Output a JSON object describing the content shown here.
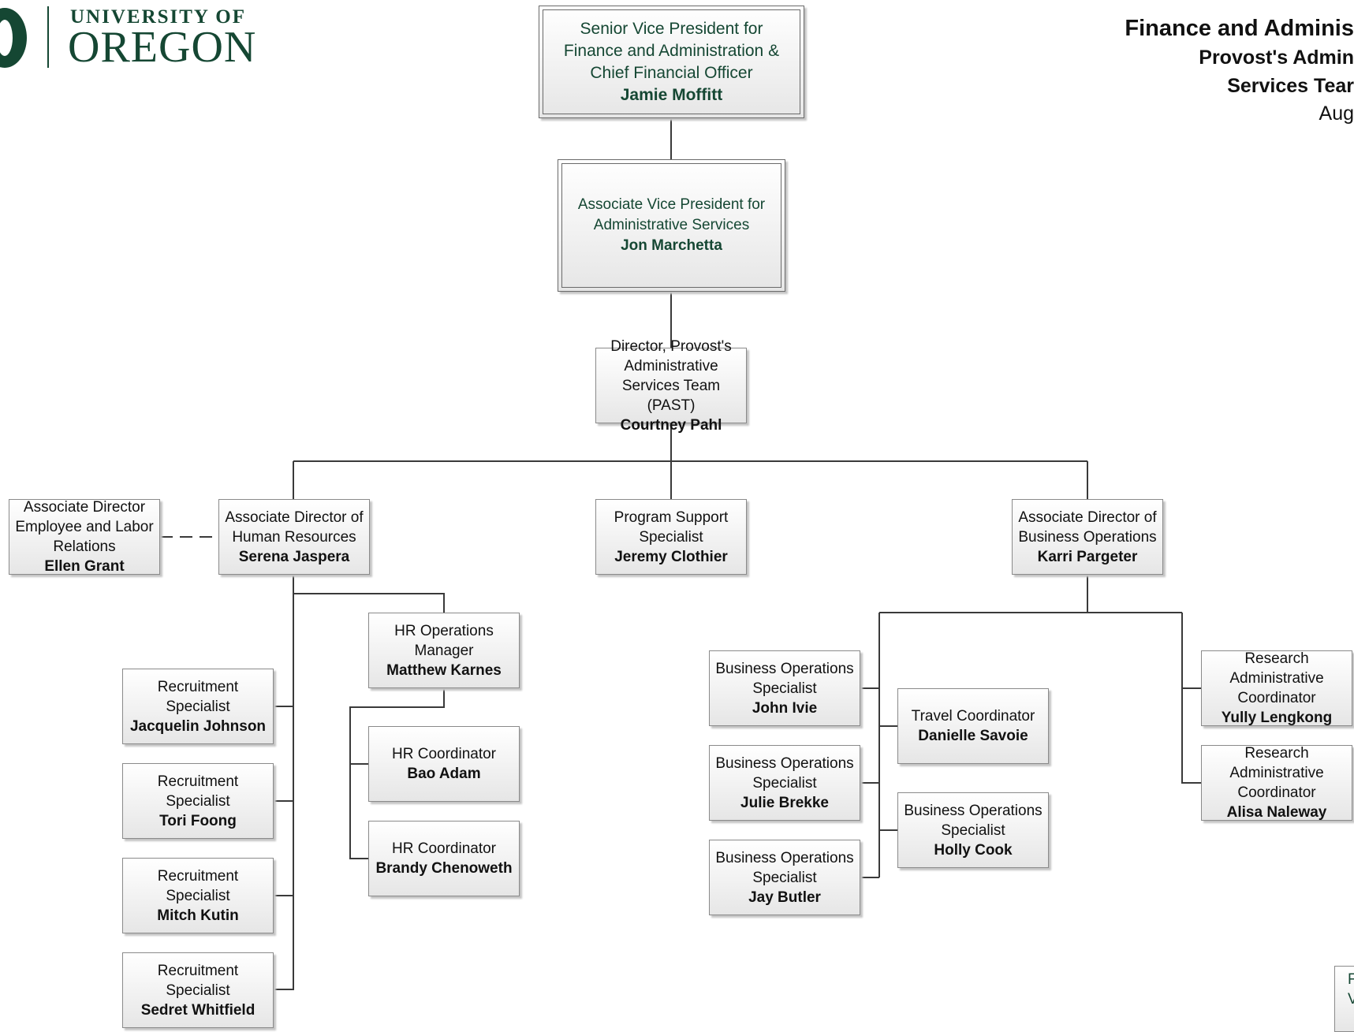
{
  "logo": {
    "top_text": "UNIVERSITY OF",
    "main_text": "OREGON"
  },
  "header": {
    "line1": "Finance and Adminis",
    "line2": "Provost's Admin",
    "line3": "Services Tear",
    "line4": "Aug"
  },
  "org": {
    "svp": {
      "title_lines": [
        "Senior Vice President for",
        "Finance and Administration &",
        "Chief Financial Officer"
      ],
      "name": "Jamie Moffitt"
    },
    "avp": {
      "title_lines": [
        "Associate Vice President for",
        "Administrative Services"
      ],
      "name": "Jon Marchetta"
    },
    "director": {
      "title_lines": [
        "Director, Provost's",
        "Administrative",
        "Services Team (PAST)"
      ],
      "name": "Courtney Pahl"
    },
    "labor": {
      "title_lines": [
        "Associate Director",
        "Employee and Labor",
        "Relations"
      ],
      "name": "Ellen Grant"
    },
    "hr_ad": {
      "title_lines": [
        "Associate Director of",
        "Human Resources"
      ],
      "name": "Serena Jaspera"
    },
    "program": {
      "title_lines": [
        "Program Support",
        "Specialist"
      ],
      "name": "Jeremy Clothier"
    },
    "biz_ad": {
      "title_lines": [
        "Associate Director of",
        "Business Operations"
      ],
      "name": "Karri Pargeter"
    },
    "hr_ops": {
      "title_lines": [
        "HR Operations",
        "Manager"
      ],
      "name": "Matthew Karnes"
    },
    "rec1": {
      "title_lines": [
        "Recruitment",
        "Specialist"
      ],
      "name": "Jacquelin Johnson"
    },
    "rec2": {
      "title_lines": [
        "Recruitment",
        "Specialist"
      ],
      "name": "Tori Foong"
    },
    "rec3": {
      "title_lines": [
        "Recruitment",
        "Specialist"
      ],
      "name": "Mitch Kutin"
    },
    "rec4": {
      "title_lines": [
        "Recruitment",
        "Specialist"
      ],
      "name": "Sedret Whitfield"
    },
    "hrc1": {
      "title_lines": [
        "HR Coordinator"
      ],
      "name": "Bao Adam"
    },
    "hrc2": {
      "title_lines": [
        "HR Coordinator"
      ],
      "name": "Brandy Chenoweth"
    },
    "bos1": {
      "title_lines": [
        "Business Operations",
        "Specialist"
      ],
      "name": "John Ivie"
    },
    "bos2": {
      "title_lines": [
        "Business Operations",
        "Specialist"
      ],
      "name": "Julie Brekke"
    },
    "bos3": {
      "title_lines": [
        "Business Operations",
        "Specialist"
      ],
      "name": "Jay Butler"
    },
    "travel": {
      "title_lines": [
        "Travel Coordinator"
      ],
      "name": "Danielle Savoie"
    },
    "bos4": {
      "title_lines": [
        "Business Operations",
        "Specialist"
      ],
      "name": "Holly Cook"
    },
    "rac1": {
      "title_lines": [
        "Research",
        "Administrative",
        "Coordinator"
      ],
      "name": "Yully Lengkong"
    },
    "rac2": {
      "title_lines": [
        "Research",
        "Administrative",
        "Coordinator"
      ],
      "name": "Alisa Naleway"
    }
  },
  "partial_box": {
    "lines": [
      "F",
      "V"
    ]
  }
}
